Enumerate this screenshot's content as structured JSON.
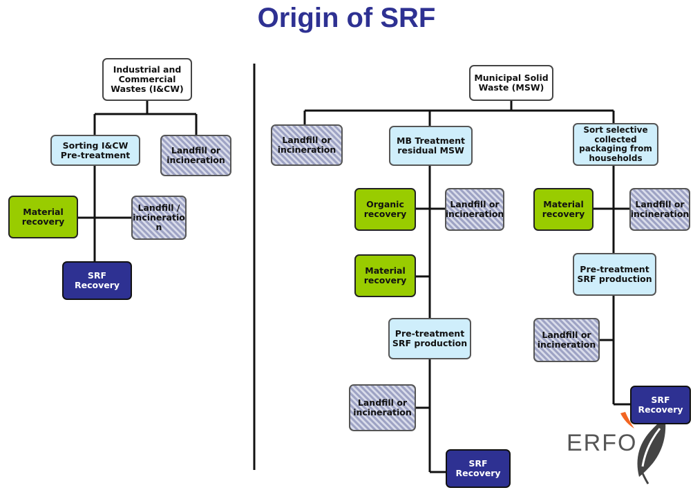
{
  "title": "Origin of SRF",
  "left": {
    "source": "Industrial and\nCommercial\nWastes (I&CW)",
    "sorting": "Sorting I&CW\nPre-treatment",
    "landfill_top": "Landfill or\nincineration",
    "material": "Material\nrecovery",
    "landfill_mid": "Landfill /\nincineratio\nn",
    "srf": "SRF\nRecovery"
  },
  "middle": {
    "source": "Municipal Solid\nWaste (MSW)",
    "landfill_left": "Landfill or\nincineration",
    "mbt": "MB Treatment\nresidual MSW",
    "organic": "Organic\nrecovery",
    "landfill_org": "Landfill or\nincineration",
    "material": "Material\nrecovery",
    "pretreat": "Pre-treatment\nSRF production",
    "landfill_low": "Landfill or\nincineration",
    "srf": "SRF\nRecovery"
  },
  "right": {
    "sort": "Sort selective\ncollected\npackaging from\nhouseholds",
    "material": "Material\nrecovery",
    "landfill_mat": "Landfill or\nincineration",
    "pretreat": "Pre-treatment\nSRF production",
    "landfill_low": "Landfill or\nincineration",
    "srf": "SRF\nRecovery"
  },
  "logo": {
    "text": "ERFO"
  },
  "colors": {
    "title": "#2e3192",
    "green": "#99cc00",
    "navy": "#2e3192",
    "light_blue": "#cfeefb",
    "hatch": "#9ea3c4"
  }
}
